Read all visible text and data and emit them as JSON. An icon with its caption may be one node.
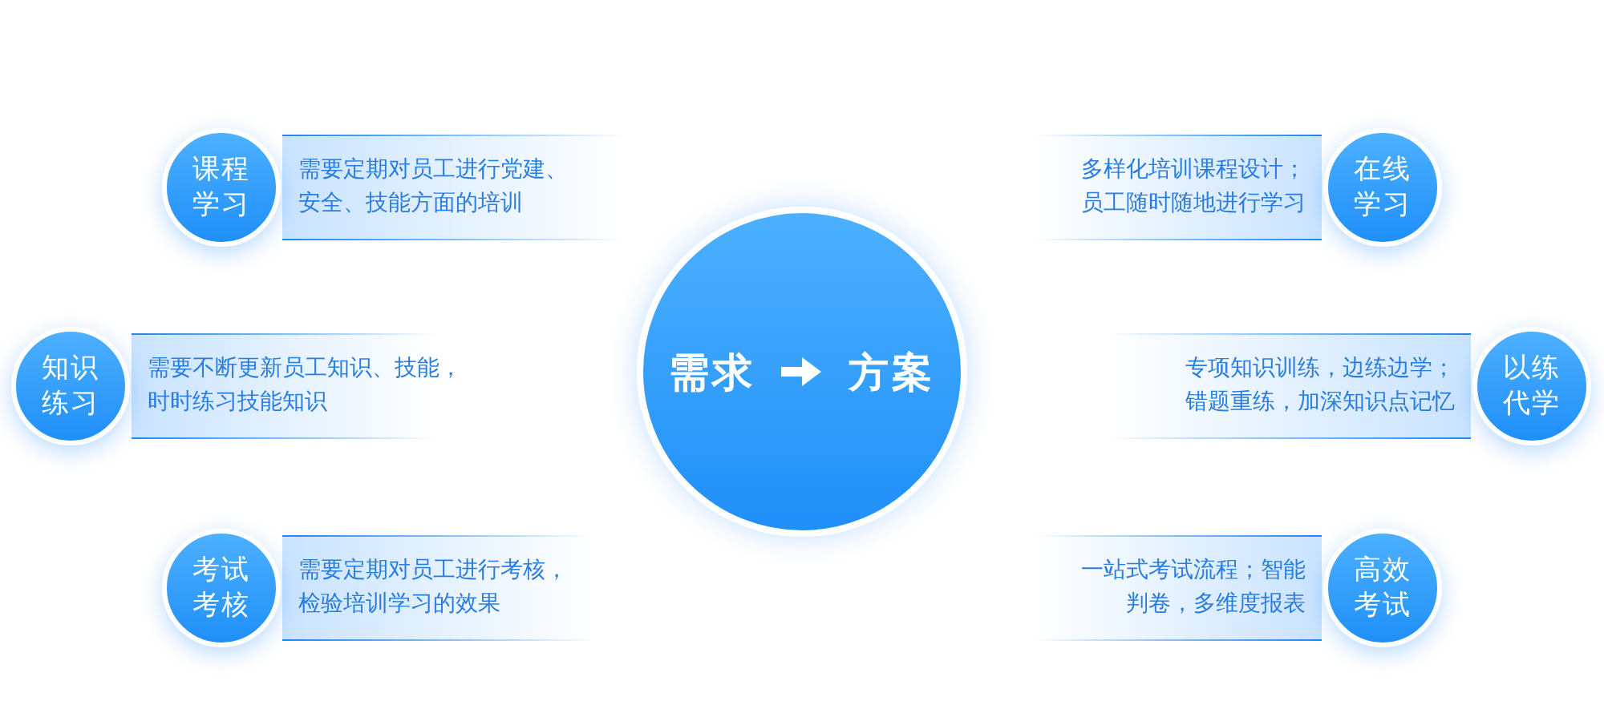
{
  "diagram": {
    "nodes": [
      {
        "text": [
          "需求",
          "方案"
        ]
      },
      {
        "text": [
          "课程学习"
        ]
      },
      {
        "text": [
          "需要定期对员工进行党建、安全、技能方面的培训"
        ]
      },
      {
        "text": [
          "知识练习"
        ]
      },
      {
        "text": [
          "需要不断更新员工知识、技能，时时练习技能知识"
        ]
      },
      {
        "text": [
          "考试考核"
        ]
      },
      {
        "text": [
          "需要定期对员工进行考核，检验培训学习的效果"
        ]
      },
      {
        "text": [
          "多样化培训课程设计；员工随时随地进行学习"
        ]
      },
      {
        "text": [
          "在线学习"
        ]
      },
      {
        "text": [
          "专项知识训练，边练边学；错题重练，加深知识点记忆"
        ]
      },
      {
        "text": [
          "以练代学"
        ]
      },
      {
        "text": [
          "一站式考试流程；智能判卷，多维度报表"
        ]
      },
      {
        "text": [
          "高效考试"
        ]
      }
    ]
  }
}
